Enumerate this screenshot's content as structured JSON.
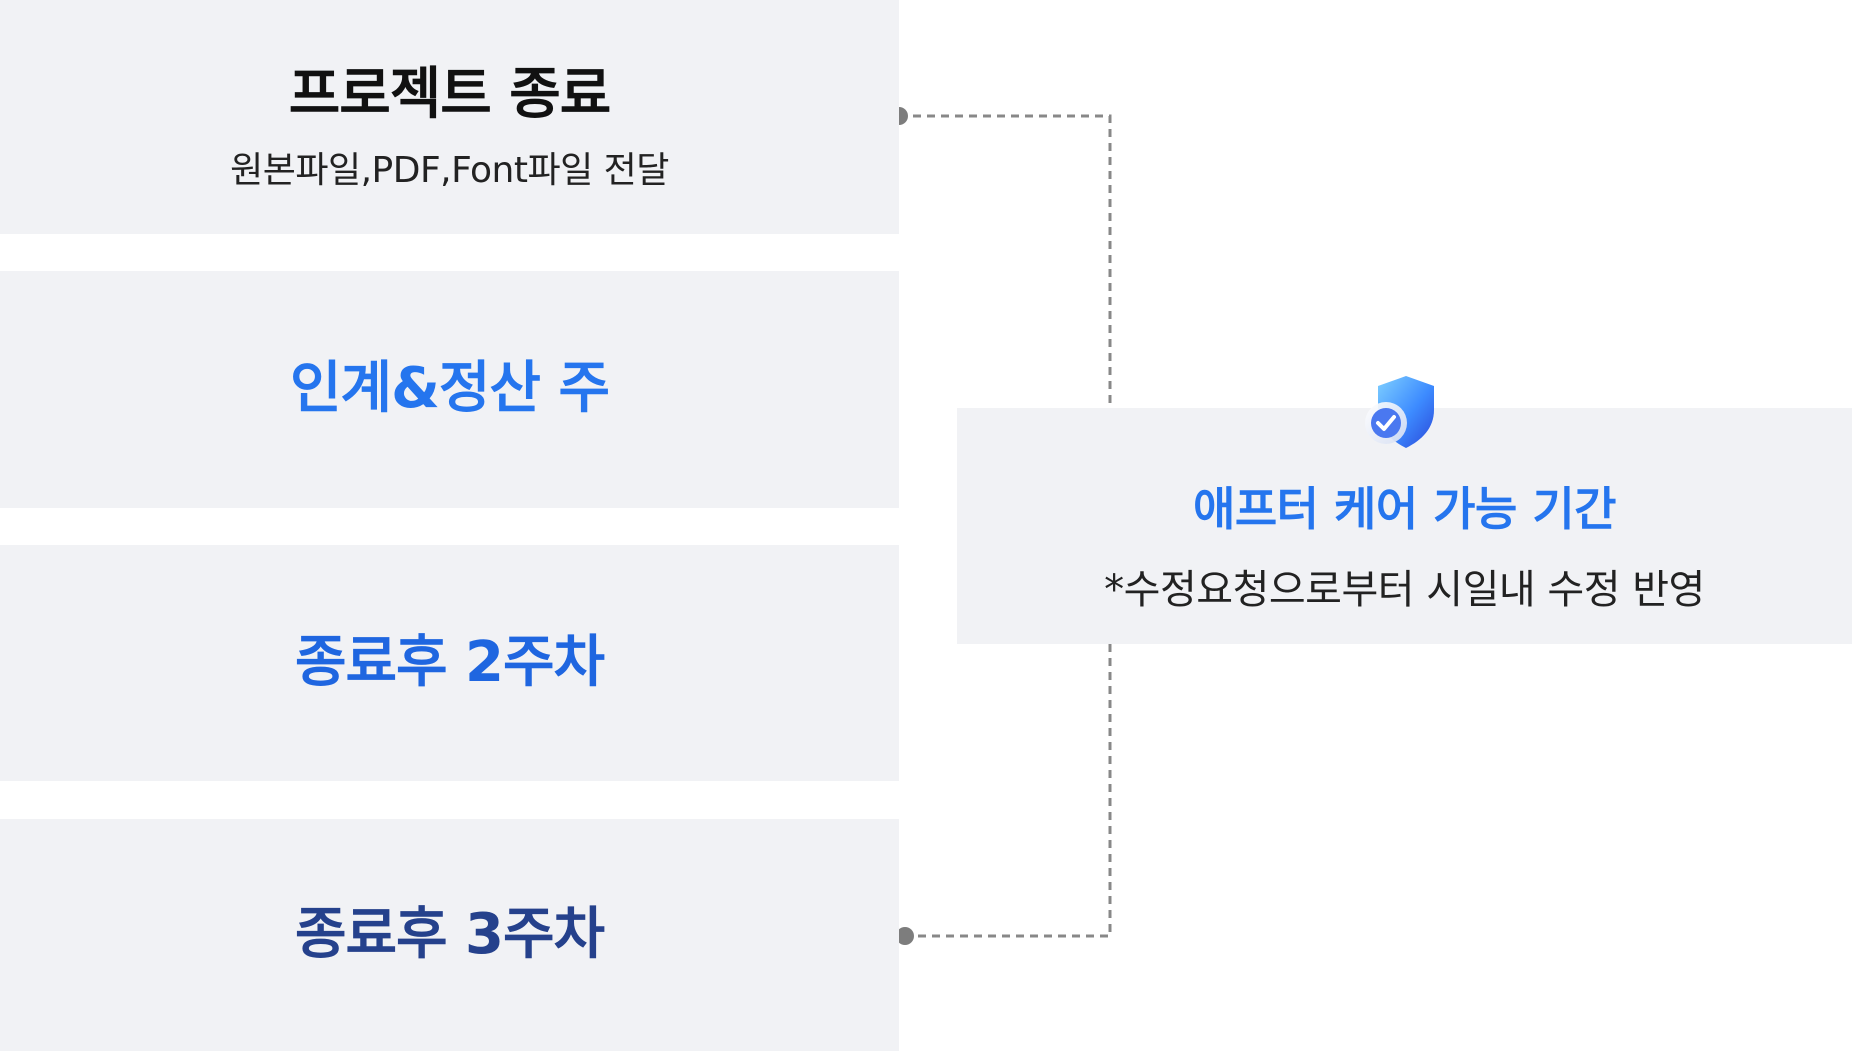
{
  "steps": [
    {
      "title": "프로젝트 종료",
      "subtitle": "원본파일,PDF,Font파일 전달"
    },
    {
      "title": "인계&정산 주"
    },
    {
      "title": "종료후 2주차"
    },
    {
      "title": "종료후 3주차"
    }
  ],
  "callout": {
    "icon": "shield-check-icon",
    "title": "애프터 케어 가능 기간",
    "subtitle": "*수정요청으로부터 시일내 수정 반영"
  },
  "colors": {
    "panel_bg": "#f1f2f5",
    "title_dark": "#111111",
    "blue": "#2575ee",
    "blue_mid": "#1f66e0",
    "navy": "#25418c",
    "connector": "#888888"
  }
}
